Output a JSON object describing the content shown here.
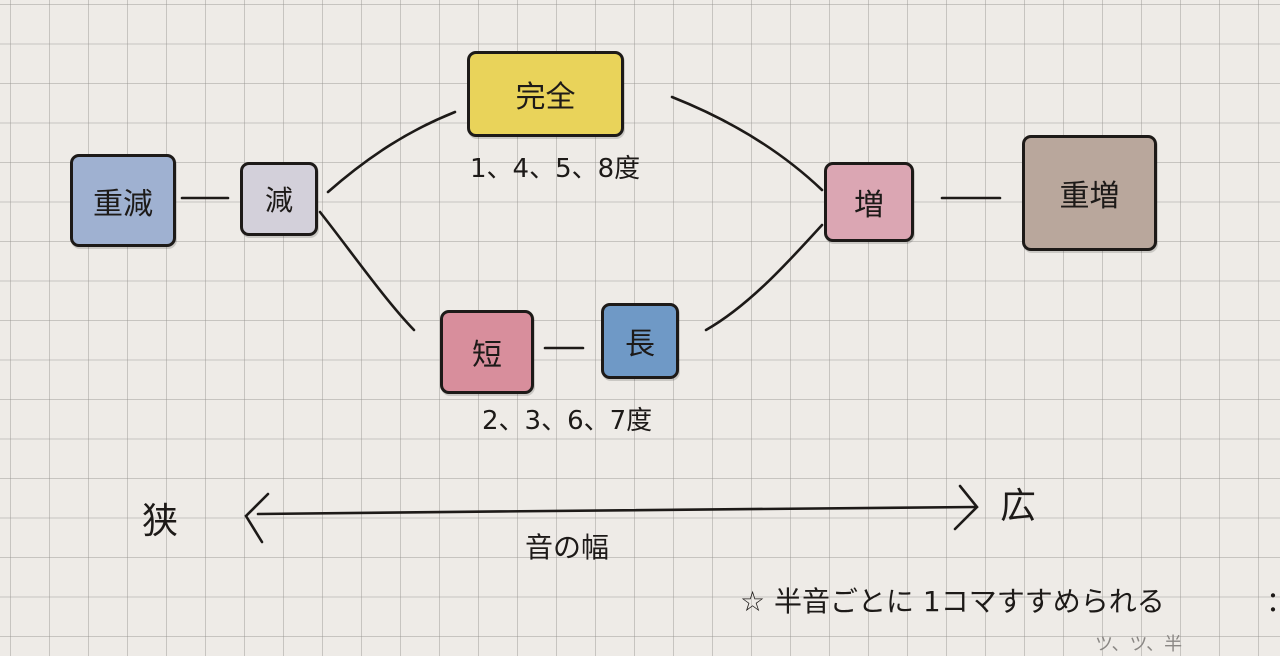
{
  "diagram": {
    "title_axis": "音の幅",
    "nodes": {
      "double_diminished": {
        "label": "重減",
        "color": "#9fb1d1"
      },
      "diminished": {
        "label": "減",
        "color": "#d3d0da"
      },
      "perfect": {
        "label": "完全",
        "color": "#e9d35a"
      },
      "minor": {
        "label": "短",
        "color": "#d88e9c"
      },
      "major": {
        "label": "長",
        "color": "#6f99c6"
      },
      "augmented": {
        "label": "増",
        "color": "#dba6b3"
      },
      "double_augmented": {
        "label": "重増",
        "color": "#b9a79c"
      }
    },
    "perfect_degrees": "1、4、5、8度",
    "imperfect_degrees": "2、3、6、7度",
    "axis": {
      "left_label": "狭",
      "right_label": "広",
      "caption": "音の幅"
    },
    "note": "☆ 半音ごとに 1コマすすめられる",
    "note_trailing_fragment": "：",
    "bottom_faint_text": "ツ、ツ、半"
  }
}
